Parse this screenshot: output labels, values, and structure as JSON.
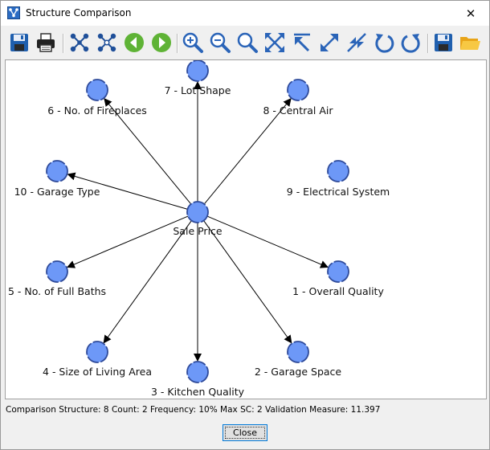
{
  "window": {
    "title": "Structure Comparison",
    "close_glyph": "✕"
  },
  "toolbar": {
    "buttons": [
      {
        "name": "save-icon"
      },
      {
        "name": "print-icon"
      },
      {
        "name": "network-expand-icon"
      },
      {
        "name": "network-collapse-icon"
      },
      {
        "name": "previous-icon"
      },
      {
        "name": "next-icon"
      },
      {
        "name": "zoom-in-icon"
      },
      {
        "name": "zoom-out-icon"
      },
      {
        "name": "zoom-fit-icon"
      },
      {
        "name": "fit-to-window-icon"
      },
      {
        "name": "move-top-left-icon"
      },
      {
        "name": "expand-diagonal-icon"
      },
      {
        "name": "contract-diagonal-icon"
      },
      {
        "name": "rotate-left-icon"
      },
      {
        "name": "rotate-right-icon"
      },
      {
        "name": "save-structure-icon"
      },
      {
        "name": "open-folder-icon"
      }
    ]
  },
  "graph": {
    "node_color": "#6d98f7",
    "node_border": "#2e4a9a",
    "center": {
      "label": "Sale Price"
    },
    "nodes": [
      {
        "id": "n7",
        "label": "7 - Lot Shape",
        "connected": true
      },
      {
        "id": "n6",
        "label": "6 - No. of Fireplaces",
        "connected": true
      },
      {
        "id": "n8",
        "label": "8 - Central Air",
        "connected": true
      },
      {
        "id": "n10",
        "label": "10 - Garage Type",
        "connected": true
      },
      {
        "id": "n9",
        "label": "9 - Electrical System",
        "connected": false
      },
      {
        "id": "n5",
        "label": "5 - No. of Full Baths",
        "connected": true
      },
      {
        "id": "n1",
        "label": "1 - Overall Quality",
        "connected": true
      },
      {
        "id": "n4",
        "label": "4 - Size of Living Area",
        "connected": true
      },
      {
        "id": "n2",
        "label": "2 - Garage Space",
        "connected": true
      },
      {
        "id": "n3",
        "label": "3 - Kitchen Quality",
        "connected": true
      }
    ]
  },
  "status": {
    "text": "Comparison Structure: 8 Count: 2 Frequency: 10% Max SC: 2 Validation Measure: 11.397"
  },
  "footer": {
    "close_label": "Close"
  }
}
